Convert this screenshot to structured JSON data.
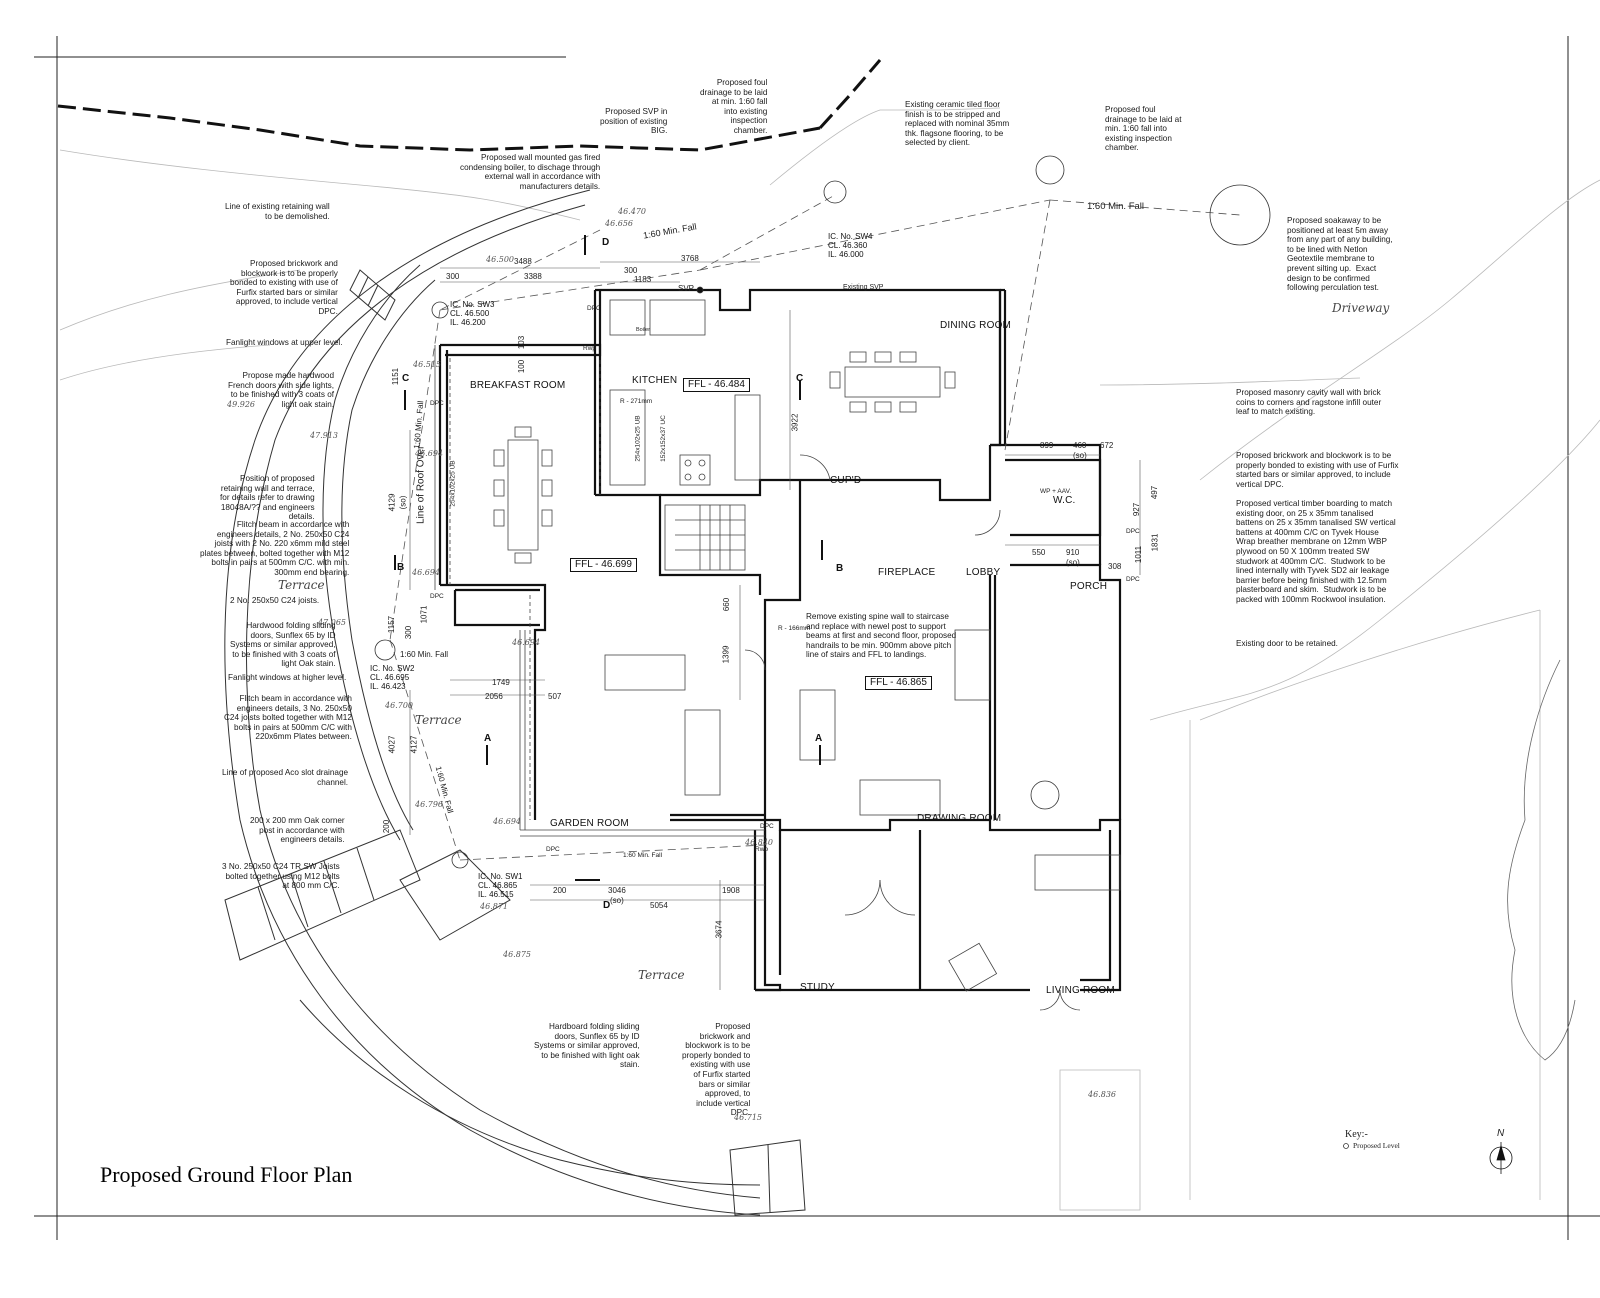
{
  "title": "Proposed Ground Floor Plan",
  "key": {
    "heading": "Key:-",
    "proposed_level": "Proposed Level"
  },
  "north": "N",
  "rooms": {
    "dining": "DINING ROOM",
    "kitchen": "KITCHEN",
    "breakfast": "BREAKFAST ROOM",
    "cupd": "CUP'D",
    "fireplace": "FIREPLACE",
    "lobby": "LOBBY",
    "wc": "W.C.",
    "porch": "PORCH",
    "garden": "GARDEN ROOM",
    "drawing": "DRAWING ROOM",
    "study": "STUDY",
    "living": "LIVING ROOM"
  },
  "ffl": {
    "kitchen": "FFL - 46.484",
    "breakfast": "FFL - 46.699",
    "drawing": "FFL - 46.865"
  },
  "areas": {
    "terrace": "Terrace",
    "driveway": "Driveway"
  },
  "fall": {
    "top": "1:60 Min. Fall",
    "right": "1:60 Min. Fall",
    "left1": "1:60 Min. Fall",
    "left2": "1:60 Min. Fall",
    "left3": "1:60 Min. Fall",
    "bottom": "1:60 Min. Fall"
  },
  "inspection": {
    "sw1": "IC. No. SW1\nCL. 46.865\nIL. 46.515",
    "sw2": "IC. No. SW2\nCL. 46.695\nIL. 46.423",
    "sw3": "IC. No. SW3\nCL. 46.500\nIL. 46.200",
    "sw4": "IC. No. SW4\nCL. 46.360\nIL. 46.000"
  },
  "labels": {
    "svp": "SVP",
    "existing_svp": "Existing SVP",
    "roof_over": "Line of Roof Over",
    "ub1": "254x102x25 UB",
    "ub2": "254x102x25 UB",
    "ub3": "152x152x37 UC",
    "r271": "R - 271mm",
    "r166": "R - 166mm",
    "dpc": "DPC",
    "rwp": "Rwp",
    "boiler": "Boiler",
    "wp": "WP + AAV."
  },
  "notes": {
    "svp": "Proposed SVP in\nposition of existing\nBIG.",
    "foul1": "Proposed foul\ndrainage to be laid\nat min. 1:60 fall\ninto existing\ninspection\nchamber.",
    "ceramic": "Existing ceramic tiled floor\nfinish is to be stripped and\nreplaced with nominal 35mm\nthk. flagsone flooring, to be\nselected by client.",
    "foul2": "Proposed foul\ndrainage to be laid at\nmin. 1:60 fall into\nexisting inspection\nchamber.",
    "boiler": "Proposed wall mounted gas fired\ncondensing boiler, to dischage through\nexternal wall in accordance with\nmanufacturers details.",
    "soakaway": "Proposed soakaway to be\npositioned at least 5m away\nfrom any part of any building,\nto be lined with Netlon\nGeotextile membrane to\nprevent silting up.  Exact\ndesign to be confirmed\nfollowing perculation test.",
    "retaining_demolish": "Line of existing retaining wall\nto be demolished.",
    "brickwork1": "Proposed brickwork and\nblockwork is to be properly\nbonded to existing with use of\nFurfix started bars or similar\napproved, to include vertical\nDPC.",
    "fanlight1": "Fanlight windows at upper level.",
    "french": "Propose made hardwood\nFrench doors with side lights,\nto be finished with 3 coats of\nlight oak stain.",
    "masonry": "Proposed masonry cavity wall with brick\ncoins to corners and ragstone infill outer\nleaf to match existing.",
    "brickwork_right": "Proposed brickwork and blockwork is to be\nproperly bonded to existing with use of Furfix\nstarted bars or similar approved, to include\nvertical DPC.",
    "retaining_pos": "Position of proposed\nretaining wall and terrace,\nfor details refer to drawing\n18048A/?? and engineers\ndetails.",
    "flitch1": "Flitch beam in accordance with\nengineers details, 2 No. 250x50 C24\njoists with 2 No. 220 x6mm mild steel\nplates between, bolted together with M12\nbolts in pairs at 500mm C/C. with min.\n300mm end bearing.",
    "boarding": "Proposed vertical timber boarding to match\nexisting door, on 25 x 35mm tanalised\nbattens on 25 x 35mm tanalised SW vertical\nbattens at 400mm C/C on Tyvek House\nWrap breather membrane on 12mm WBP\nplywood on 50 X 100mm treated SW\nstudwork at 400mm C/C.  Studwork to be\nlined internally with Tyvek SD2 air leakage\nbarrier before being finished with 12.5mm\nplasterboard and skim.  Studwork is to be\npacked with 100mm Rockwool insulation.",
    "joists2": "2 No. 250x50 C24 joists.",
    "hardwood_fold": "Hardwood folding sliding\ndoors, Sunflex 65 by ID\nSystems or similar approved,\nto be finished with 3 coats of\nlight Oak stain.",
    "spine": "Remove existing spine wall to staircase\nand replace with newel post to support\nbeams at first and second floor, proposed\nhandrails to be min. 900mm above pitch\nline of stairs and FFL to landings.",
    "existing_door": "Existing door to be retained.",
    "fanlight2": "Fanlight windows at higher level.",
    "flitch2": "Flitch beam in accordance with\nengineers details, 3 No. 250x50\nC24 joists bolted together with M12\nbolts in pairs at 500mm C/C with\n220x6mm Plates between.",
    "aco": "Line of proposed Aco slot drainage\nchannel.",
    "oak_post": "200 x 200 mm Oak corner\npost in accordance with\nengineers details.",
    "tr_joists": "3 No. 250x50 C24 TR SW Joists\nbolted together using M12 bolts\nat 800 mm C/C.",
    "hardboard": "Hardboard folding sliding\ndoors, Sunflex 65 by ID\nSystems or similar approved,\nto be finished with light oak\nstain.",
    "brickwork_bottom": "Proposed\nbrickwork and\nblockwork is to be\nproperly bonded to\nexisting with use\nof Furfix started\nbars or similar\napproved, to\ninclude vertical\nDPC."
  },
  "dims": {
    "d3488": "3488",
    "d3388": "3388",
    "d300a": "300",
    "d3768": "3768",
    "d300b": "300",
    "d1183": "1183",
    "d103": "103",
    "d100": "100",
    "d1151": "1151",
    "d3922": "3922",
    "d899": "899",
    "d460": "460",
    "d672": "672",
    "d497": "497",
    "d927": "927",
    "d550": "550",
    "d910": "910",
    "d308": "308",
    "d1011": "1011",
    "d1831": "1831",
    "d4129": "4129",
    "d1157": "1157",
    "d300c": "300",
    "d1071": "1071",
    "d660": "660",
    "d1399": "1399",
    "d1749": "1749",
    "d2056": "2056",
    "d507": "507",
    "d4027": "4027",
    "d4127": "4127",
    "d200a": "200",
    "d200b": "200",
    "d3046": "3046",
    "d1908": "1908",
    "d5054": "5054",
    "d3674": "3674",
    "so1": "(so)",
    "so2": "(so)",
    "so3": "(so)",
    "so4": "(so)"
  },
  "sections": {
    "a": "A",
    "b": "B",
    "c": "C",
    "d": "D"
  },
  "levels": {
    "l1": "46.470",
    "l2": "46.656",
    "l3": "46.500",
    "l4": "49.926",
    "l5": "46.515",
    "l6": "47.913",
    "l7": "46.694",
    "l8": "46.694",
    "l9": "46.694",
    "l10": "47.065",
    "l11": "46.700",
    "l12": "46.796",
    "l13": "46.694",
    "l14": "46.871",
    "l15": "46.875",
    "l16": "46.715",
    "l17": "46.840",
    "l18": "46.836"
  }
}
